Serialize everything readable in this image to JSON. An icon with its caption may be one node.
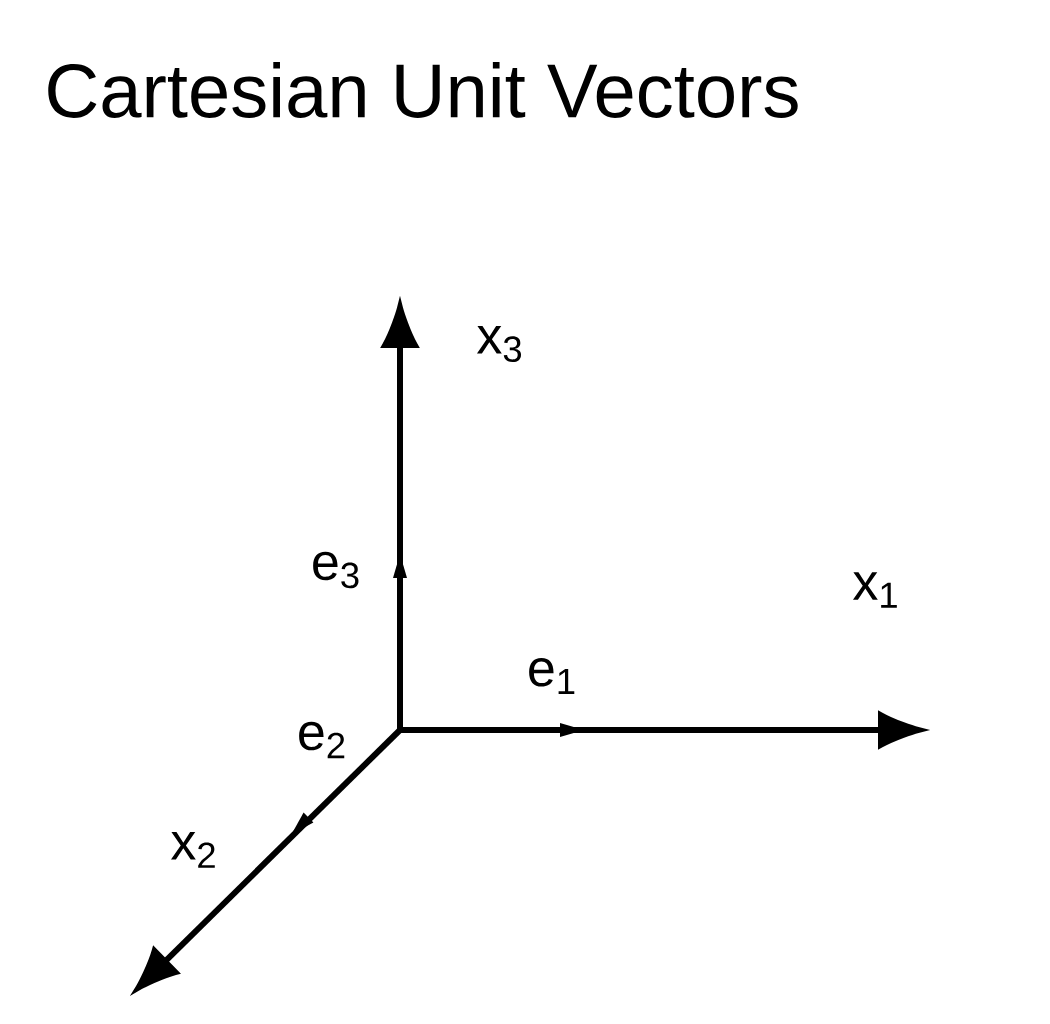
{
  "diagram": {
    "title": "Cartesian Unit Vectors",
    "labels": [
      "x$_{3}$",
      "e$_{3}$",
      "x$_{1}$",
      "e$_{1}$",
      "e$_{2}$",
      "x$_{2}$"
    ]
  }
}
